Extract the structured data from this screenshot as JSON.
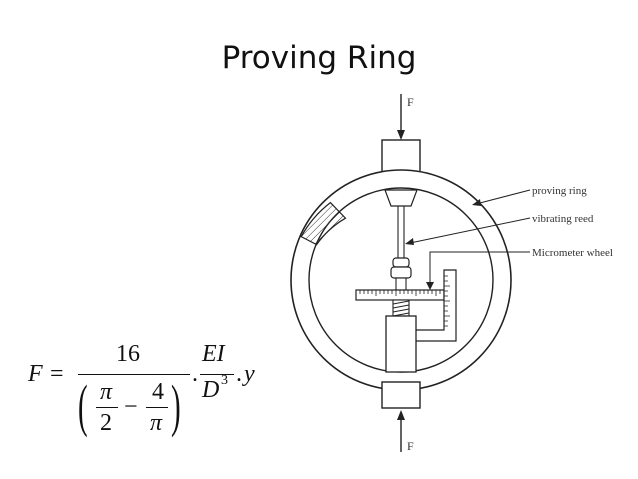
{
  "slide": {
    "title": "Proving Ring"
  },
  "formula": {
    "lhs": "F",
    "equals": "=",
    "numerator": "16",
    "pi_1": "π",
    "two": "2",
    "minus": "−",
    "four": "4",
    "pi_2": "π",
    "paren_left": "(",
    "paren_right": ")",
    "dot_1": ".",
    "ei": "EI",
    "d": "D",
    "exp": "3",
    "dot_2": ".",
    "y": "y"
  },
  "diagram": {
    "force_top": "F",
    "force_bottom": "F",
    "label_ring": "proving ring",
    "label_reed": "vibrating reed",
    "label_wheel": "Micrometer wheel"
  }
}
